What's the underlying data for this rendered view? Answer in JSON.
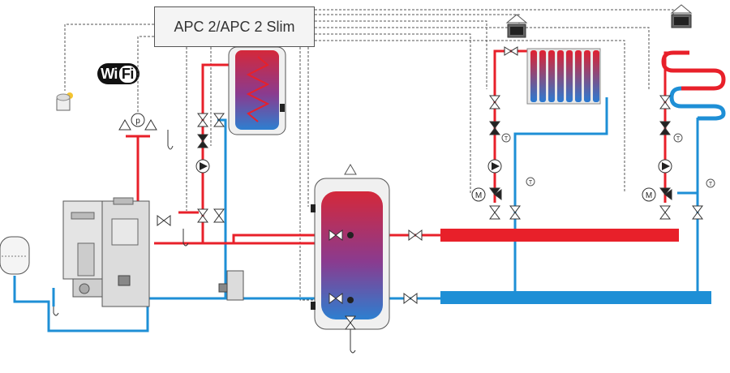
{
  "controller": {
    "label": "APC 2/APC 2 Slim"
  },
  "wifi": {
    "label_wi": "Wi",
    "label_fi": "Fi"
  },
  "colors": {
    "hot": "#e8202a",
    "cold": "#1e8fd6",
    "signal": "#555555"
  }
}
